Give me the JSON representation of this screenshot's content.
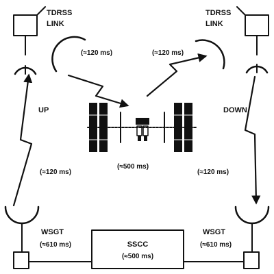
{
  "labels": {
    "tdrss_left": [
      "TDRSS",
      "LINK"
    ],
    "tdrss_right": [
      "TDRSS",
      "LINK"
    ],
    "latency_uplink_top": "(≈120 ms)",
    "latency_downlink_top": "(≈120 ms)",
    "up": "UP",
    "down": "DOWN",
    "latency_up": "(≈120 ms)",
    "latency_down": "(≈120 ms)",
    "latency_station": "(≈500 ms)",
    "wsgt_left": "WSGT",
    "wsgt_left_latency": "(≈610 ms)",
    "wsgt_right": "WSGT",
    "wsgt_right_latency": "(≈610 ms)",
    "sscc": "SSCC",
    "sscc_latency": "(≈500 ms)"
  },
  "colors": {
    "ink": "#111111",
    "background": "#ffffff"
  }
}
